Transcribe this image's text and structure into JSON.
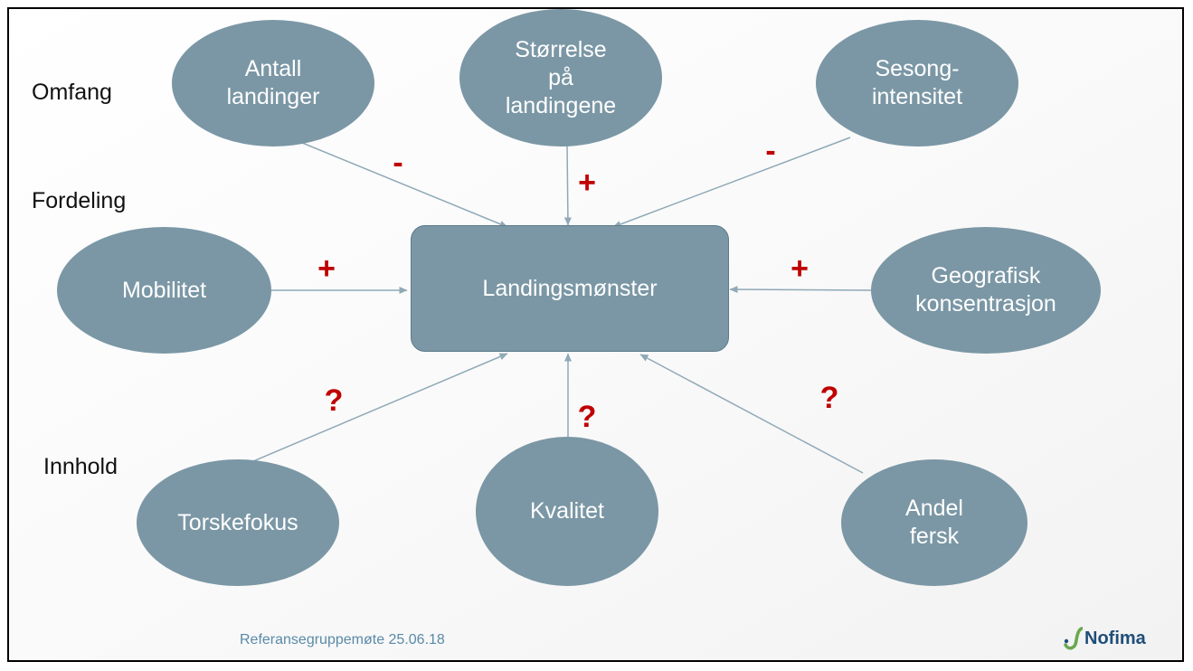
{
  "diagram": {
    "row_labels": {
      "omfang": "Omfang",
      "fordeling": "Fordeling",
      "innhold": "Innhold"
    },
    "center": "Landingsmønster",
    "nodes": {
      "antall": "Antall\nlandinger",
      "storrelse": "Størrelse\npå\nlandingene",
      "sesong": "Sesong-\nintensitet",
      "mobilitet": "Mobilitet",
      "geografisk": "Geografisk\nkonsentrasjon",
      "torskefokus": "Torskefokus",
      "kvalitet": "Kvalitet",
      "andel": "Andel\nfersk"
    },
    "signs": {
      "antall": "-",
      "storrelse": "+",
      "sesong": "-",
      "mobilitet": "+",
      "geografisk": "+",
      "torskefokus": "?",
      "kvalitet": "?",
      "andel": "?"
    }
  },
  "footer": {
    "text": "Referansegruppemøte 25.06.18",
    "logo": "Nofima"
  },
  "colors": {
    "node_fill": "#7b97a5",
    "sign": "#c00000",
    "arrow": "#8fa9b7"
  }
}
